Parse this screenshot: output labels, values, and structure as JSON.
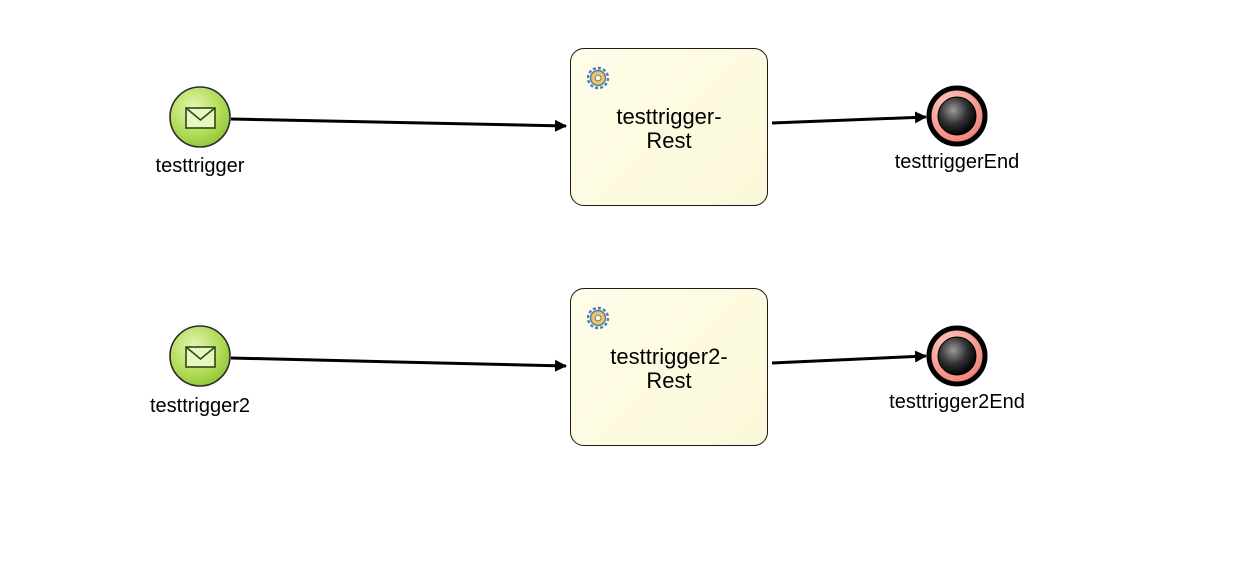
{
  "diagram": {
    "rows": [
      {
        "start_event": {
          "label": "testtrigger",
          "icon": "envelope-icon"
        },
        "task": {
          "line1": "testtrigger-",
          "line2": "Rest",
          "icon": "service-gear-icon"
        },
        "end_event": {
          "label": "testtriggerEnd"
        }
      },
      {
        "start_event": {
          "label": "testtrigger2",
          "icon": "envelope-icon"
        },
        "task": {
          "line1": "testtrigger2-",
          "line2": "Rest",
          "icon": "service-gear-icon"
        },
        "end_event": {
          "label": "testtrigger2End"
        }
      }
    ],
    "colors": {
      "start_fill": "#a6d447",
      "end_ring": "#f08a80",
      "task_fill": "#fcf9dc",
      "stroke": "#000000"
    }
  }
}
